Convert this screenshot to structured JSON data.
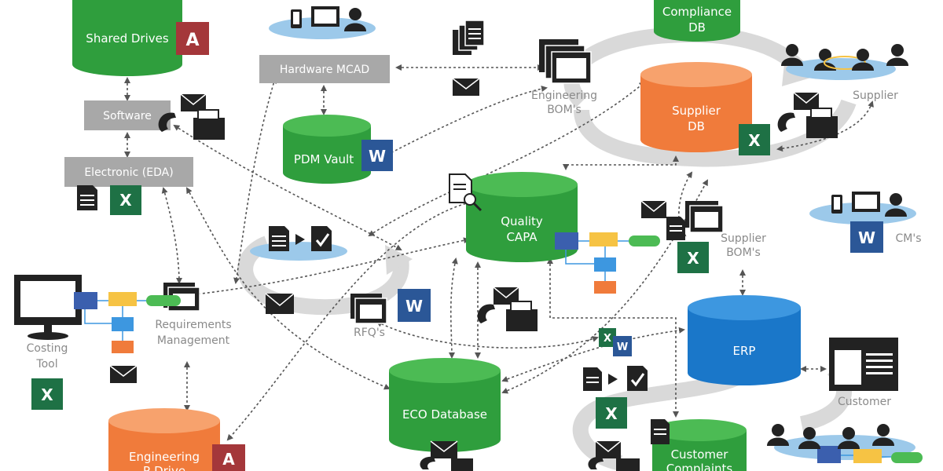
{
  "databases": {
    "shared_drives": "Shared Drives",
    "pdm_vault": "PDM Vault",
    "quality_capa_line1": "Quality",
    "quality_capa_line2": "CAPA",
    "eco_database": "ECO Database",
    "compliance_db_line1": "Compliance",
    "compliance_db_line2": "DB",
    "supplier_db_line1": "Supplier",
    "supplier_db_line2": "DB",
    "erp": "ERP",
    "engineering_drive_line1": "Engineering",
    "engineering_drive_line2": "P-Drive",
    "customer_complaints_line1": "Customer",
    "customer_complaints_line2": "Complaints"
  },
  "boxes": {
    "software": "Software",
    "electronic_eda": "Electronic (EDA)",
    "hardware_mcad": "Hardware MCAD"
  },
  "labels": {
    "engineering_boms_line1": "Engineering",
    "engineering_boms_line2": "BOM's",
    "supplier": "Supplier",
    "cms": "CM's",
    "supplier_boms_line1": "Supplier",
    "supplier_boms_line2": "BOM's",
    "costing_tool_line1": "Costing",
    "costing_tool_line2": "Tool",
    "requirements_line1": "Requirements",
    "requirements_line2": "Management",
    "rfqs": "RFQ's",
    "customer": "Customer"
  },
  "file_badges": {
    "access": "A",
    "word": "W",
    "excel": "X"
  },
  "colors": {
    "green": "#2f9e3d",
    "green_top": "#4cbb54",
    "orange": "#f07b3b",
    "orange_top": "#f7a26d",
    "blue": "#1a77c9",
    "blue_top": "#3d97e0",
    "gray_box": "#a8a8a8",
    "cycle_gray": "#d9d9d9",
    "disc_blue": "#9cc9ea",
    "excel_green": "#1e7145",
    "word_blue": "#2b5797",
    "access_red": "#a4373a"
  }
}
